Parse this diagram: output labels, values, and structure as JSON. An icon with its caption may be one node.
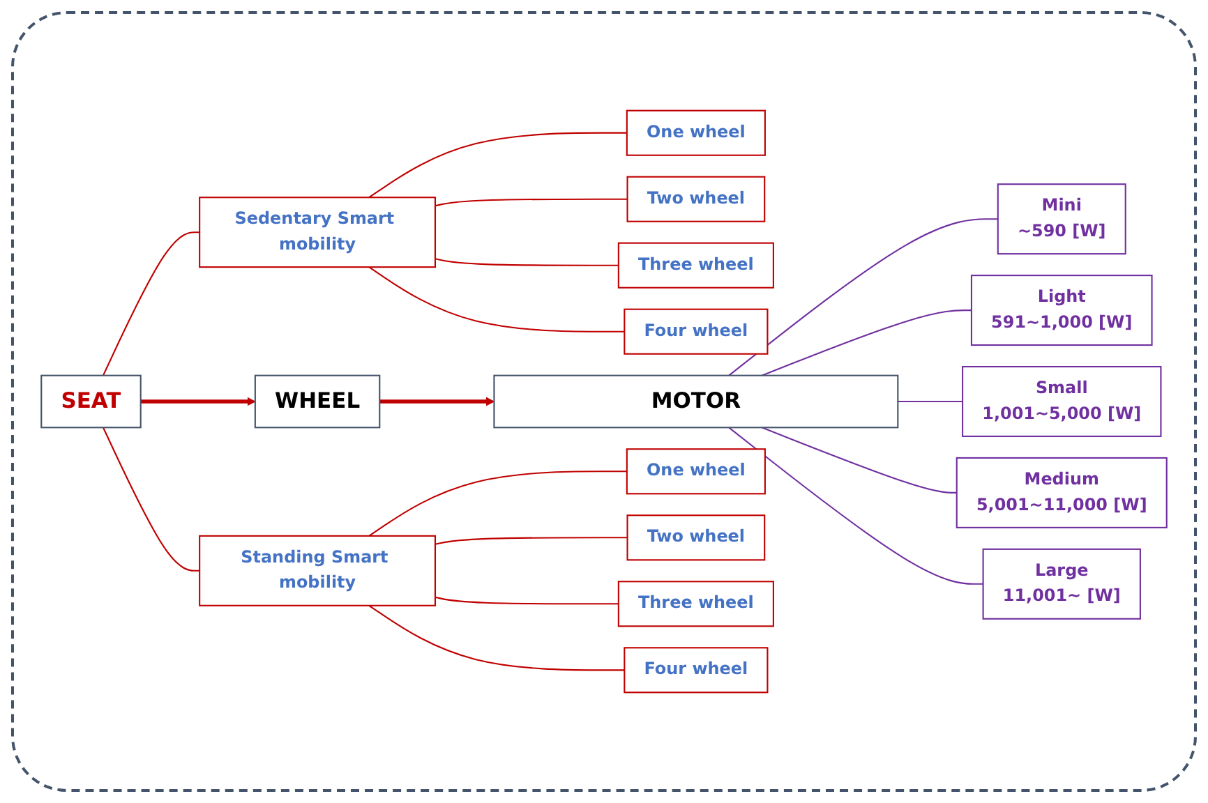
{
  "diagram": {
    "nodes": [
      {
        "text": [
          "SEAT"
        ]
      },
      {
        "text": [
          "WHEEL"
        ]
      },
      {
        "text": [
          "MOTOR"
        ]
      },
      {
        "text": [
          "Sedentary Smart mobility"
        ]
      },
      {
        "text": [
          "One wheel"
        ]
      },
      {
        "text": [
          "Two wheel"
        ]
      },
      {
        "text": [
          "Three wheel"
        ]
      },
      {
        "text": [
          "Four wheel"
        ]
      },
      {
        "text": [
          "Standing Smart mobility"
        ]
      },
      {
        "text": [
          "One wheel"
        ]
      },
      {
        "text": [
          "Two wheel"
        ]
      },
      {
        "text": [
          "Three wheel"
        ]
      },
      {
        "text": [
          "Four wheel"
        ]
      },
      {
        "text": [
          "Mini",
          "~590 [W]"
        ]
      },
      {
        "text": [
          "Light",
          "591~1,000 [W]"
        ]
      },
      {
        "text": [
          "Small",
          "1,001~5,000 [W]"
        ]
      },
      {
        "text": [
          "Medium",
          "5,001~11,000 [W]"
        ]
      },
      {
        "text": [
          "Large",
          "11,001~ [W]"
        ]
      }
    ],
    "edges": [
      {
        "from": 0,
        "to": 3,
        "arrow": "none"
      },
      {
        "from": 0,
        "to": 8,
        "arrow": "none"
      },
      {
        "from": 0,
        "to": 1,
        "arrow": "to",
        "style": "thick"
      },
      {
        "from": 1,
        "to": 2,
        "arrow": "to",
        "style": "thick"
      },
      {
        "from": 3,
        "to": 4,
        "arrow": "none"
      },
      {
        "from": 3,
        "to": 5,
        "arrow": "none"
      },
      {
        "from": 3,
        "to": 6,
        "arrow": "none"
      },
      {
        "from": 3,
        "to": 7,
        "arrow": "none"
      },
      {
        "from": 8,
        "to": 9,
        "arrow": "none"
      },
      {
        "from": 8,
        "to": 10,
        "arrow": "none"
      },
      {
        "from": 8,
        "to": 11,
        "arrow": "none"
      },
      {
        "from": 8,
        "to": 12,
        "arrow": "none"
      },
      {
        "from": 2,
        "to": 13,
        "arrow": "none",
        "color": "#7030a0"
      },
      {
        "from": 2,
        "to": 14,
        "arrow": "none",
        "color": "#7030a0"
      },
      {
        "from": 2,
        "to": 15,
        "arrow": "none",
        "color": "#7030a0"
      },
      {
        "from": 2,
        "to": 16,
        "arrow": "none",
        "color": "#7030a0"
      },
      {
        "from": 2,
        "to": 17,
        "arrow": "none",
        "color": "#7030a0"
      }
    ]
  }
}
